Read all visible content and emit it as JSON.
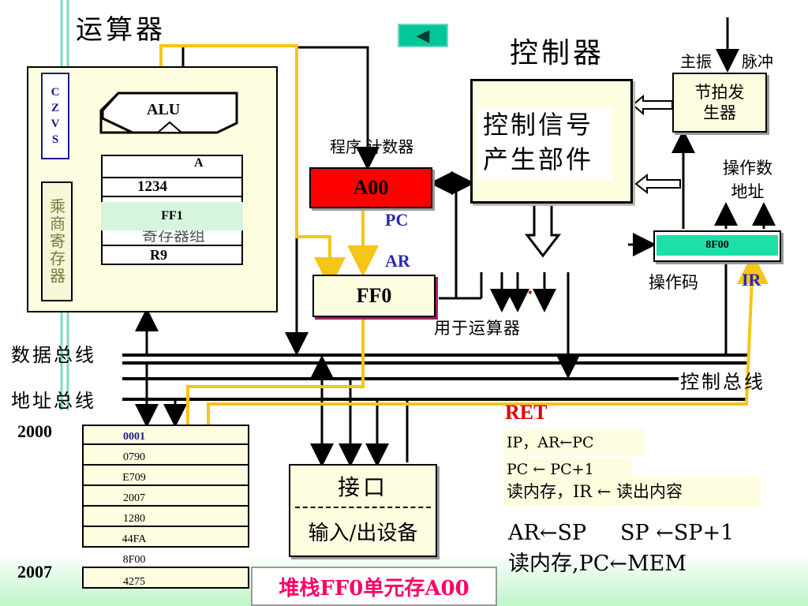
{
  "titles": {
    "alu_area": "运算器",
    "control_area": "控制器"
  },
  "nav": {
    "back_symbol": "◀"
  },
  "clock": {
    "main_osc": "主振",
    "pulse": "脉冲",
    "gen_line1": "节拍发",
    "gen_line2": "生器"
  },
  "flags": {
    "letters": [
      "C",
      "Z",
      "V",
      "S"
    ]
  },
  "alu": {
    "label": "ALU",
    "reg_a": "A",
    "reg_1234": "1234",
    "reg_ff1": "FF1",
    "reg_group_hidden": "寄存器组",
    "reg_r9": "R9",
    "muldiv_reg": "乘商寄存器"
  },
  "control": {
    "signal_line1": "控制信号",
    "signal_line2": "产生部件",
    "pc_caption": "程序 计数器",
    "pc_value": "A00",
    "pc_label": "PC",
    "ar_label": "AR",
    "ar_value": "FF0",
    "for_alu": "用于运算器",
    "dot": "·",
    "operand_addr_line1": "操作数",
    "operand_addr_line2": "地址",
    "ir_value": "8F00",
    "opcode": "操作码",
    "ir_label": "IR"
  },
  "buses": {
    "data_bus": "数据总线",
    "addr_bus": "地址总线",
    "ctrl_bus": "控制总线"
  },
  "memory": {
    "start_addr": "2000",
    "end_addr": "2007",
    "cells": [
      "0001",
      "0790",
      "E709",
      "2007",
      "1280",
      "44FA",
      "8F00",
      "4275"
    ]
  },
  "io": {
    "interface": "接口",
    "device": "输入/出设备"
  },
  "ret": {
    "title": "RET",
    "line1": "IP，AR←PC",
    "line2": "PC ← PC+1",
    "line3": "读内存，IR ← 读出内容",
    "line4": "AR←SP     SP ←SP+1",
    "line5": "读内存,PC←MEM"
  },
  "caption": "堆栈FF0单元存A00",
  "colors": {
    "teal": "#1de0a8",
    "teal_btn": "#00c79a",
    "beige": "#fffde0",
    "red": "#ff0000",
    "yellow_wire": "#f5c518",
    "green_cell": "#d5f5dc",
    "caption_color": "#ff0066"
  }
}
